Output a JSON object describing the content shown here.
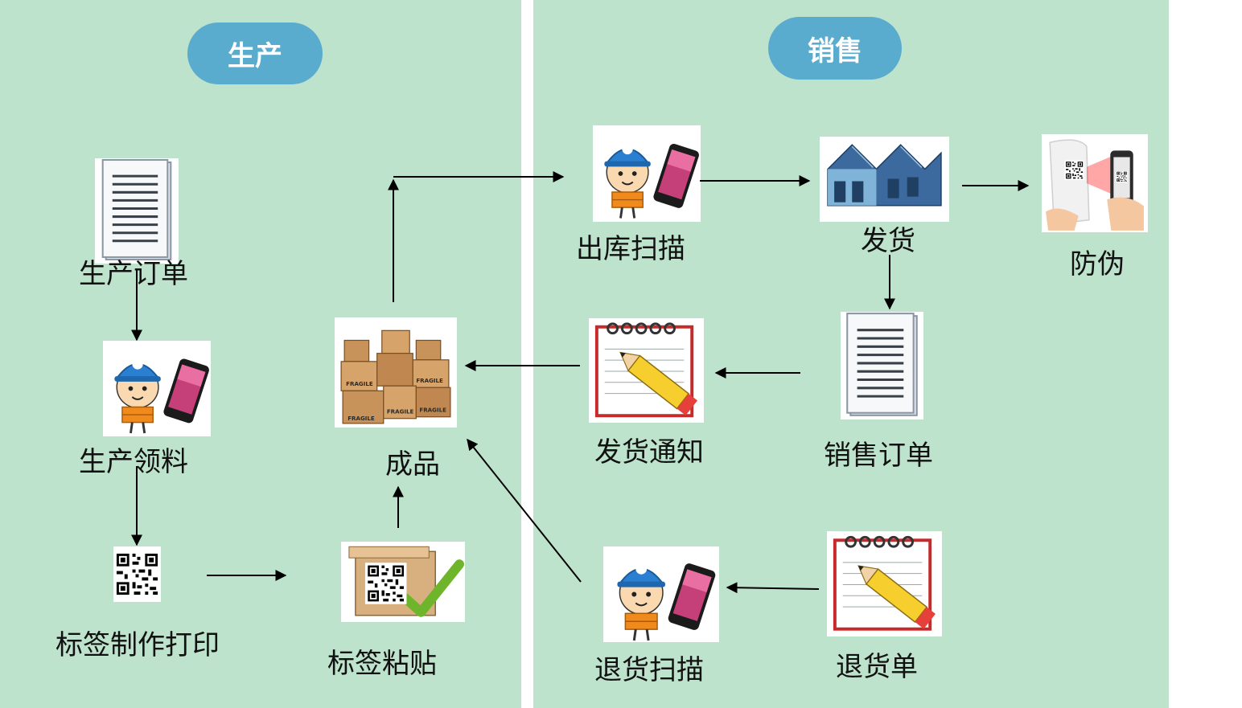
{
  "sections": {
    "production": "生产",
    "sales": "销售"
  },
  "nodes": {
    "production_order": "生产订单",
    "material_issue": "生产领料",
    "label_print": "标签制作打印",
    "label_paste": "标签粘贴",
    "finished_goods": "成品",
    "outbound_scan": "出库扫描",
    "ship": "发货",
    "anti_counterfeit": "防伪",
    "ship_notice": "发货通知",
    "sales_order": "销售订单",
    "return_scan": "退货扫描",
    "return_order": "退货单"
  },
  "icons": [
    "document-icon",
    "worker-scanner-icon",
    "qr-code-icon",
    "boxes-icon",
    "labeled-box-icon",
    "warehouse-icon",
    "qr-scan-phone-icon",
    "notepad-pencil-icon"
  ],
  "colors": {
    "panel": "#bde3cc",
    "pill": "#5aaccf",
    "arrow": "#000000"
  }
}
